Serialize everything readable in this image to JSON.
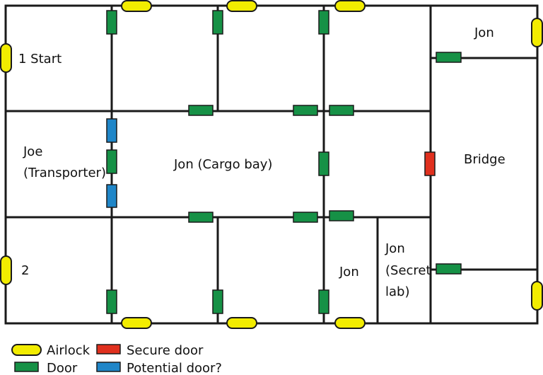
{
  "colors": {
    "wall": "#1a1a1a",
    "airlock": "#f2ec00",
    "door": "#169146",
    "secure_door": "#e0301e",
    "potential_door": "#1f86c8",
    "outline": "#1a1a1a"
  },
  "rooms": {
    "start": "1 Start",
    "joe_1": "Joe",
    "joe_2": "(Transporter)",
    "cargo": "Jon (Cargo bay)",
    "two": "2",
    "jon_top_right": "Jon",
    "bridge": "Bridge",
    "jon_bottom": "Jon",
    "secret_1": "Jon",
    "secret_2": "(Secret",
    "secret_3": "lab)"
  },
  "legend": {
    "airlock": "Airlock",
    "door": "Door",
    "secure_door": "Secure door",
    "potential_door": "Potential door?"
  }
}
